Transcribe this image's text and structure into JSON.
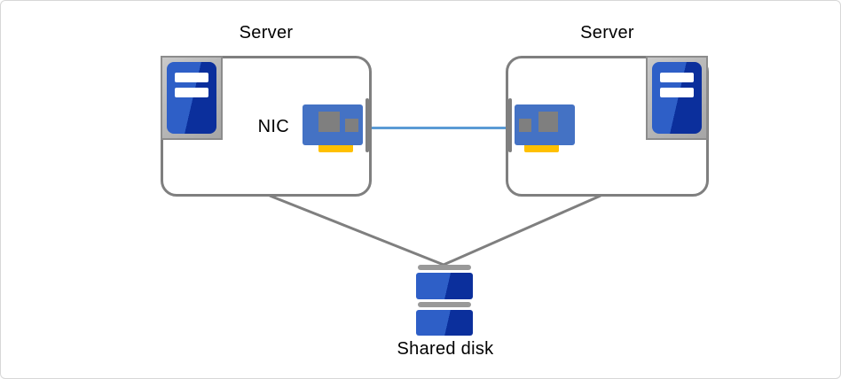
{
  "diagram": {
    "servers": [
      {
        "label": "Server"
      },
      {
        "label": "Server"
      }
    ],
    "nic_label": "NIC",
    "shared_disk_label": "Shared disk",
    "icons": {
      "server_tower": "server-tower-icon",
      "nic": "nic-card-icon",
      "shared_disk": "disk-stack-icon"
    },
    "colors": {
      "box_border_gray": "#7f7f7f",
      "connector_line_gray": "#7f7f7f",
      "nic_link_blue": "#5b9bd5",
      "nic_card_blue": "#4472c4",
      "nic_chip_gray": "#7f7f7f",
      "nic_connector_yellow": "#ffc000",
      "device_blue_light": "#2e5fc7",
      "device_blue_dark": "#0b2f9c",
      "icon_frame_silver": "#a6a6a6",
      "disk_bar_gray": "#999999",
      "page_border": "#d7d7d7",
      "text": "#000000"
    }
  }
}
